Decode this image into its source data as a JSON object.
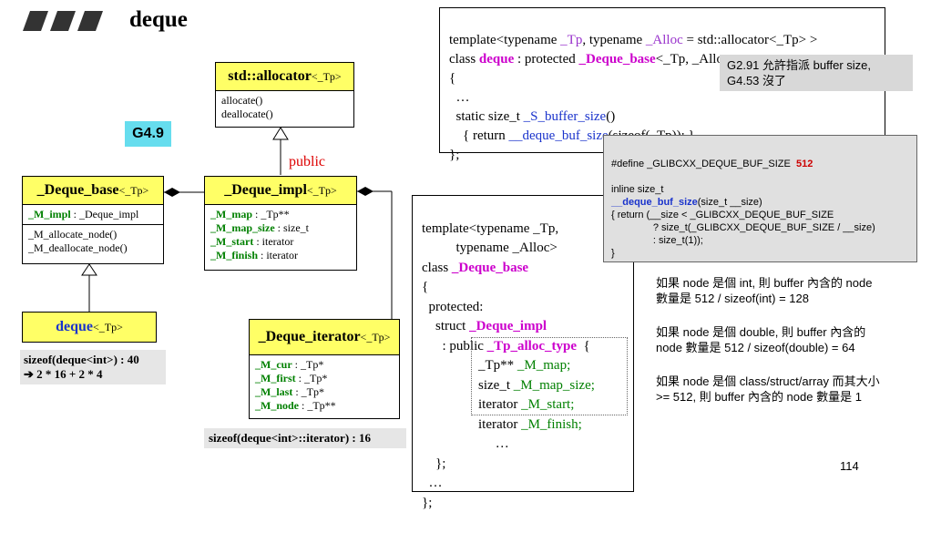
{
  "title": "deque",
  "version_tag": "G4.9",
  "public_label": "public",
  "allocator_box": {
    "name": "std::allocator",
    "tparam": "<_Tp>",
    "methods": [
      "allocate()",
      "deallocate()"
    ]
  },
  "deque_base_box": {
    "name": "_Deque_base",
    "tparam": "<_Tp>",
    "field_name": "_M_impl",
    "field_type": " : _Deque_impl",
    "methods": [
      "_M_allocate_node()",
      "_M_deallocate_node()"
    ]
  },
  "deque_impl_box": {
    "name": "_Deque_impl",
    "tparam": "<_Tp>",
    "fields": [
      {
        "name": "_M_map",
        "type": " : _Tp**"
      },
      {
        "name": "_M_map_size",
        "type": " : size_t"
      },
      {
        "name": "_M_start",
        "type": " : iterator"
      },
      {
        "name": "_M_finish",
        "type": " : iterator"
      }
    ]
  },
  "deque_box": {
    "name": "deque",
    "tparam": "<_Tp>"
  },
  "iterator_box": {
    "name": "_Deque_iterator",
    "tparam": "<_Tp>",
    "fields": [
      {
        "name": "_M_cur",
        "type": " : _Tp*"
      },
      {
        "name": "_M_first",
        "type": " : _Tp*"
      },
      {
        "name": "_M_last",
        "type": " : _Tp*"
      },
      {
        "name": "_M_node",
        "type": " : _Tp**"
      }
    ]
  },
  "sizeof_deque": {
    "line1": "sizeof(deque<int>) : 40",
    "line2": "➔ 2 * 16 + 2 * 4"
  },
  "sizeof_iterator": "sizeof(deque<int>::iterator) : 16",
  "code_top": {
    "l1_a": "template<typename ",
    "l1_b": "_Tp",
    "l1_c": ", typename ",
    "l1_d": "_Alloc",
    "l1_e": " = std::allocator<_Tp> >",
    "l2_a": "class ",
    "l2_b": "deque",
    "l2_c": " : protected ",
    "l2_d": "_Deque_base",
    "l2_e": "<_Tp, _Alloc>",
    "l3": "{",
    "l4": "  …",
    "l5_a": "  static size_t ",
    "l5_b": "_S_buffer_size",
    "l5_c": "()",
    "l6_a": "    { return ",
    "l6_b": "__deque_buf_size",
    "l6_c": "(sizeof(_Tp)); }",
    "l7": "};"
  },
  "version_note": "G2.91 允許指派 buffer size,\nG4.53 沒了",
  "define_block": {
    "l1_a": "#define _GLIBCXX_DEQUE_BUF_SIZE  ",
    "l1_b": "512",
    "l2": "inline size_t",
    "l3_a": "__deque_buf_size",
    "l3_b": "(size_t __size)",
    "l4": "{ return (__size < _GLIBCXX_DEQUE_BUF_SIZE\n               ? size_t(_GLIBCXX_DEQUE_BUF_SIZE / __size)\n               : size_t(1));\n}"
  },
  "code_bottom": {
    "l1": "template<typename _Tp,",
    "l2": "          typename _Alloc>",
    "l3_a": "class ",
    "l3_b": "_Deque_base",
    "l4": "{",
    "l5": "  protected:",
    "l6_a": "    struct ",
    "l6_b": "_Deque_impl",
    "l7_a": "      : public ",
    "l7_b": "_Tp_alloc_type",
    "l7_c": "  {",
    "f1_a": "_Tp** ",
    "f1_b": "_M_map;",
    "f2_a": "size_t ",
    "f2_b": "_M_map_size;",
    "f3_a": "iterator ",
    "f3_b": "_M_start;",
    "f4_a": "iterator ",
    "f4_b": "_M_finish;",
    "f5": "     …",
    "l8": "    };",
    "l9": "  …",
    "l10": "};"
  },
  "notes": [
    "如果 node 是個 int, 則 buffer 內含的 node\n數量是 512 / sizeof(int) = 128",
    "如果 node 是個 double, 則 buffer 內含的\nnode 數量是 512 / sizeof(double) = 64",
    "如果 node 是個 class/struct/array 而其大小\n>= 512, 則 buffer 內含的 node 數量是 1"
  ],
  "page_number": "114"
}
